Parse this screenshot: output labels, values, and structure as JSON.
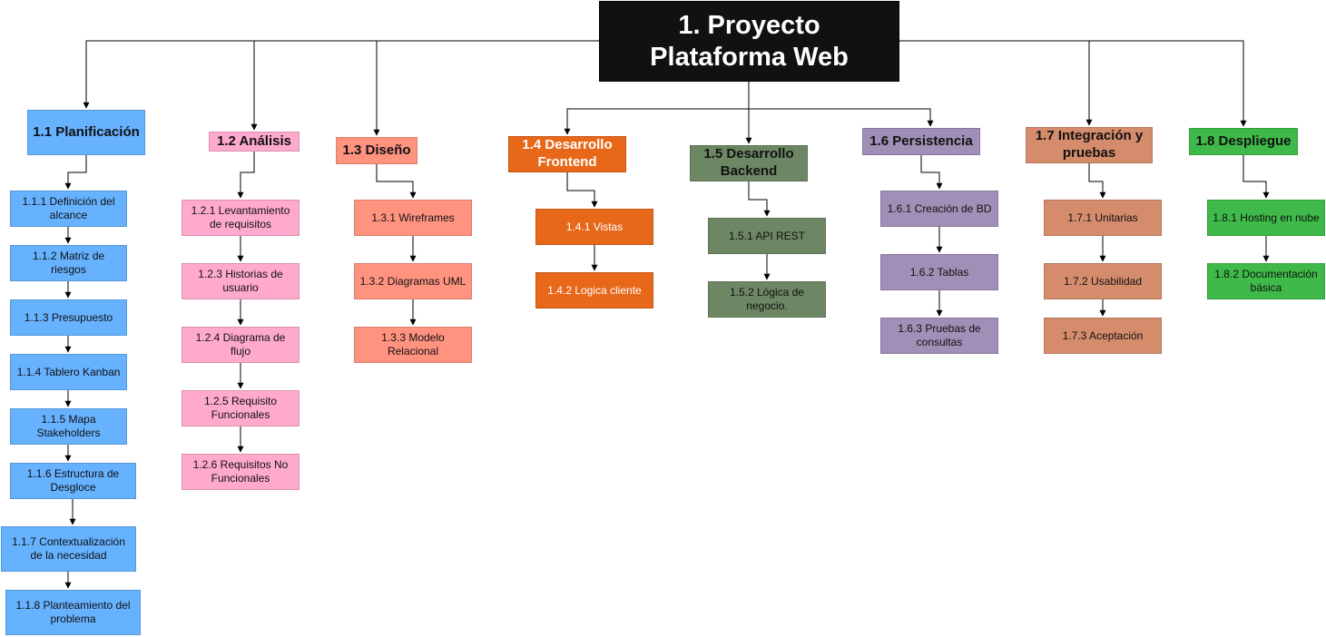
{
  "root": {
    "title": "1. Proyecto\nPlataforma Web"
  },
  "colors": {
    "planificacion": "#66B2FF",
    "analisis": "#FFAACC",
    "diseno": "#FF9380",
    "frontend": "#E8681A",
    "backend": "#6D8764",
    "persistencia": "#A08FB6",
    "integracion": "#D48C6C",
    "despliegue": "#3FB949",
    "root": "#111111"
  },
  "branches": [
    {
      "id": "planificacion",
      "label": "1.1 Planificación",
      "items": [
        "1.1.1 Definición del\nalcance",
        "1.1.2 Matriz de\nriesgos",
        "1.1.3 Presupuesto",
        "1.1.4 Tablero Kanban",
        "1.1.5 Mapa\nStakeholders",
        "1.1.6 Estructura de\nDesgloce",
        "1.1.7 Contextualización\nde la necesidad",
        "1.1.8 Planteamiento del\nproblema"
      ]
    },
    {
      "id": "analisis",
      "label": "1.2 Análisis",
      "items": [
        "1.2.1 Levantamiento\nde requisitos",
        "1.2.3 Historias de\nusuario",
        "1.2.4 Diagrama de\nflujo",
        "1.2.5 Requisito\nFuncionales",
        "1.2.6 Requisitos No\nFuncionales"
      ]
    },
    {
      "id": "diseno",
      "label": "1.3 Diseño",
      "items": [
        "1.3.1 Wireframes",
        "1.3.2 Diagramas UML",
        "1.3.3 Modelo\nRelacional"
      ]
    },
    {
      "id": "frontend",
      "label": "1.4 Desarrollo\nFrontend",
      "items": [
        "1.4.1 Vistas",
        "1.4.2 Logica cliente"
      ]
    },
    {
      "id": "backend",
      "label": "1.5 Desarrollo\nBackend",
      "items": [
        "1.5.1 API REST",
        "1.5.2 Lógica de\nnegocio."
      ]
    },
    {
      "id": "persistencia",
      "label": "1.6 Persistencia",
      "items": [
        "1.6.1 Creación de BD",
        "1.6.2 Tablas",
        "1.6.3 Pruebas de\nconsultas"
      ]
    },
    {
      "id": "integracion",
      "label": "1.7 Integración y\npruebas",
      "items": [
        "1.7.1 Unitarias",
        "1.7.2 Usabilidad",
        "1.7.3 Aceptación"
      ]
    },
    {
      "id": "despliegue",
      "label": "1.8 Despliegue",
      "items": [
        "1.8.1 Hosting en nube",
        "1.8.2 Documentación\nbásica"
      ]
    }
  ]
}
